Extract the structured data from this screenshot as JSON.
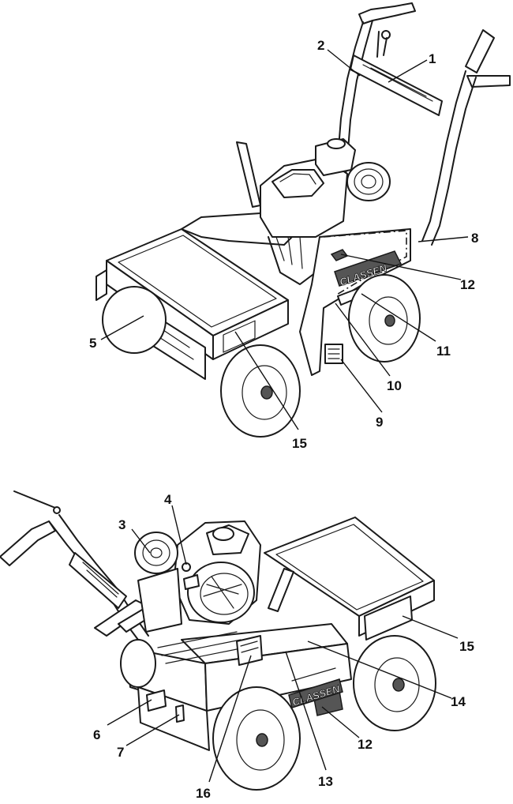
{
  "brand": "CLASSEN",
  "views": [
    {
      "name": "front-view",
      "callouts": [
        "1",
        "2",
        "5",
        "8",
        "9",
        "10",
        "11",
        "12",
        "15"
      ]
    },
    {
      "name": "rear-view",
      "callouts": [
        "3",
        "4",
        "6",
        "7",
        "12",
        "13",
        "14",
        "15",
        "16"
      ]
    }
  ]
}
